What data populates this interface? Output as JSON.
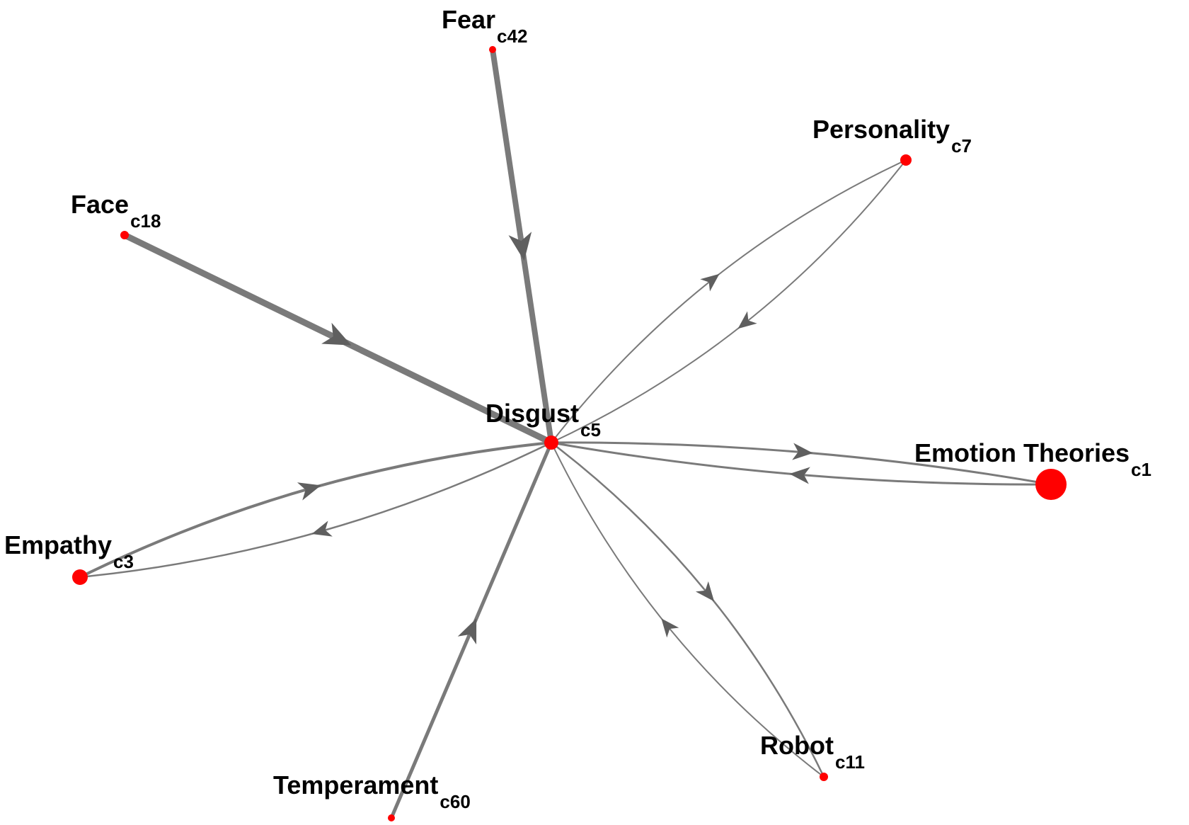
{
  "diagram": {
    "type": "directed-network",
    "center": "c5",
    "colors": {
      "node": "#ff0000",
      "edge": "#7a7a7a",
      "arrow": "#5f5f5f",
      "label": "#000000"
    },
    "nodes": [
      {
        "id": "c5",
        "name": "Disgust",
        "code": "c5"
      },
      {
        "id": "c42",
        "name": "Fear",
        "code": "c42"
      },
      {
        "id": "c7",
        "name": "Personality",
        "code": "c7"
      },
      {
        "id": "c18",
        "name": "Face",
        "code": "c18"
      },
      {
        "id": "c1",
        "name": "Emotion Theories",
        "code": "c1"
      },
      {
        "id": "c3",
        "name": "Empathy",
        "code": "c3"
      },
      {
        "id": "c11",
        "name": "Robot",
        "code": "c11"
      },
      {
        "id": "c60",
        "name": "Temperament",
        "code": "c60"
      }
    ],
    "edges": [
      {
        "from": "c42",
        "to": "c5"
      },
      {
        "from": "c18",
        "to": "c5"
      },
      {
        "from": "c7",
        "to": "c5"
      },
      {
        "from": "c5",
        "to": "c7"
      },
      {
        "from": "c1",
        "to": "c5"
      },
      {
        "from": "c5",
        "to": "c1"
      },
      {
        "from": "c5",
        "to": "c3"
      },
      {
        "from": "c3",
        "to": "c5"
      },
      {
        "from": "c5",
        "to": "c11"
      },
      {
        "from": "c11",
        "to": "c5"
      },
      {
        "from": "c60",
        "to": "c5"
      }
    ]
  }
}
